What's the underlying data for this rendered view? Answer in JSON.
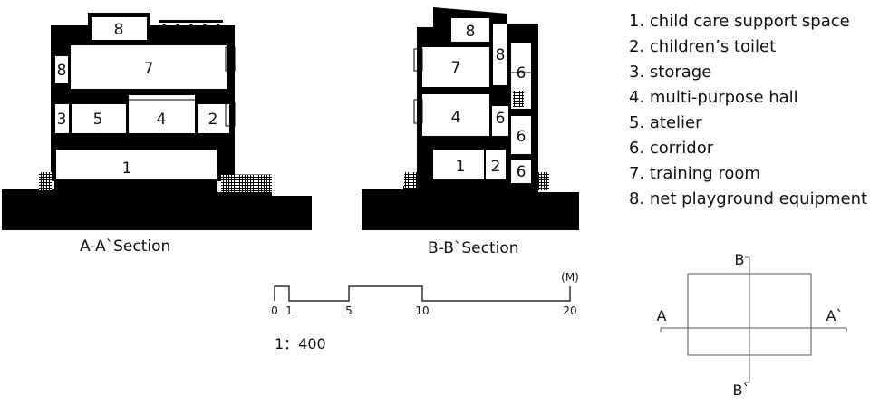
{
  "legend": [
    "1. child care support space",
    "2. children’s toilet",
    "3. storage",
    "4. multi-purpose hall",
    "5. atelier",
    "6. corridor",
    "7. training room",
    "8. net playground equipment"
  ],
  "sections": {
    "aa": {
      "caption": "A-A`Section",
      "rooms": {
        "r8_top": "8",
        "r8_side": "8",
        "r7": "7",
        "r3": "3",
        "r5": "5",
        "r4": "4",
        "r2": "2",
        "r1": "1"
      }
    },
    "bb": {
      "caption": "B-B`Section",
      "rooms": {
        "r8_top": "8",
        "r8_side": "8",
        "r7": "7",
        "r6a": "6",
        "r4": "4",
        "r6b": "6",
        "r6c": "6",
        "r1": "1",
        "r2": "2",
        "r6d": "6"
      }
    }
  },
  "scale": {
    "unit": "(M)",
    "ticks": [
      "0",
      "1",
      "5",
      "10",
      "20"
    ],
    "ratio": "1：400"
  },
  "keyplan": {
    "b_top": "B",
    "b_bottom": "B`",
    "a_left": "A",
    "a_right": "A`"
  }
}
